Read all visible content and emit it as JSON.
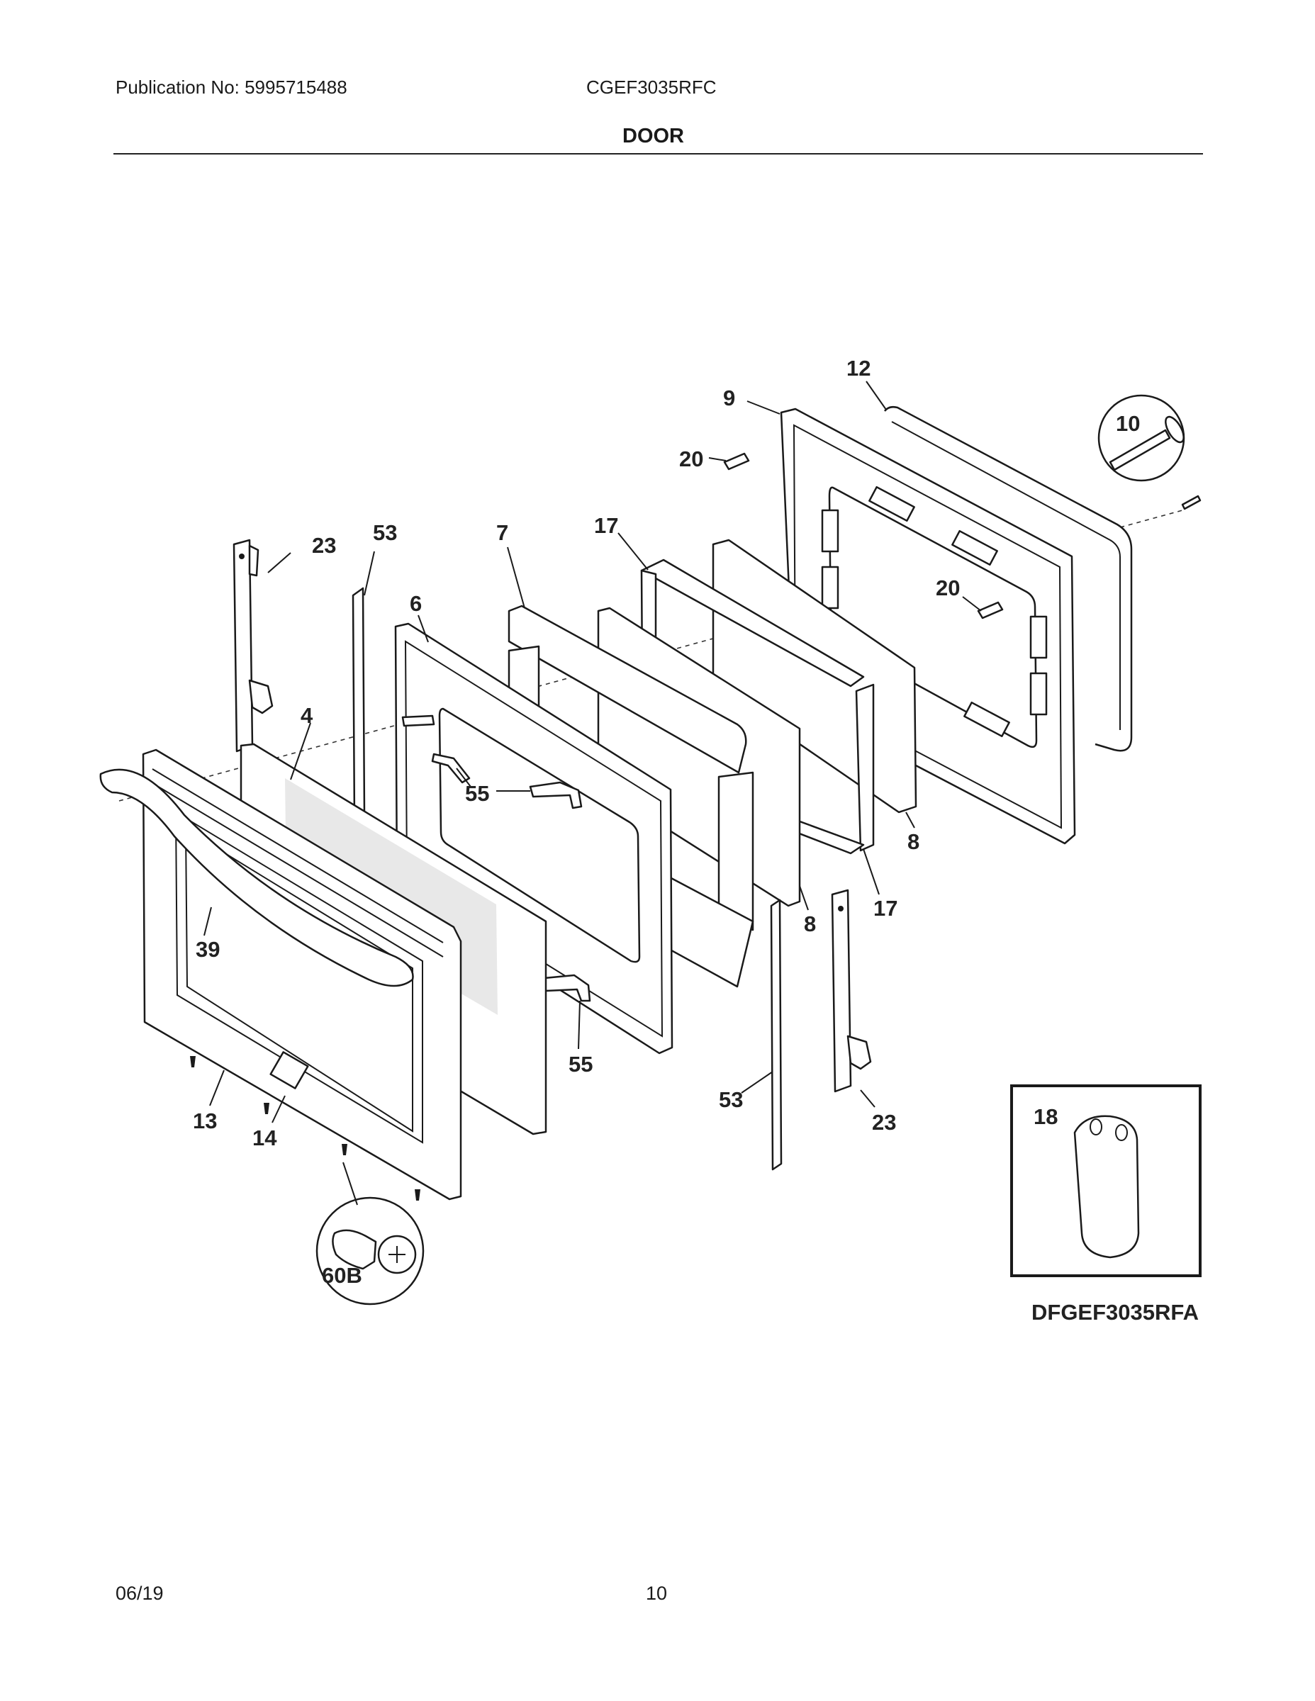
{
  "header": {
    "publication": "Publication No: 5995715488",
    "model": "CGEF3035RFC",
    "section": "DOOR"
  },
  "footer": {
    "date": "06/19",
    "page": "10"
  },
  "diagram": {
    "code": "DFGEF3035RFA",
    "labels": {
      "p12": "12",
      "p9": "9",
      "p10": "10",
      "p20a": "20",
      "p20b": "20",
      "p23a": "23",
      "p53a": "53",
      "p7": "7",
      "p17a": "17",
      "p6": "6",
      "p4": "4",
      "p55a": "55",
      "p39": "39",
      "p8a": "8",
      "p8b": "8",
      "p17b": "17",
      "p55b": "55",
      "p53b": "53",
      "p23b": "23",
      "p13": "13",
      "p14": "14",
      "p60b": "60B",
      "p18": "18"
    }
  }
}
